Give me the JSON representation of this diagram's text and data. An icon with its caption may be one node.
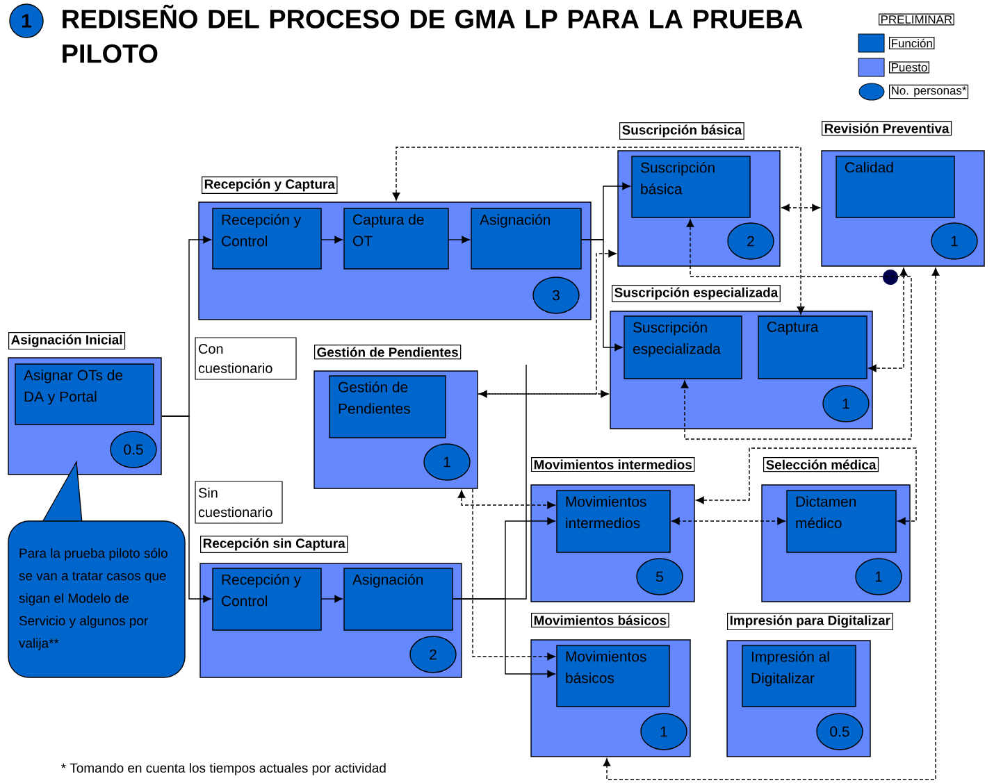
{
  "diagram": {
    "title": "REDISEÑO DEL PROCESO DE GMA LP PARA LA PRUEBA PILOTO",
    "nodes": [
      {
        "text": [
          "Asignación Inicial"
        ]
      },
      {
        "text": [
          "Asignar OTs de DA y Portal"
        ],
        "in": 0
      },
      {
        "text": [
          "0.5"
        ],
        "in": 0
      },
      {
        "text": [
          "Recepción y Captura"
        ]
      },
      {
        "text": [
          "Recepción y Control"
        ],
        "in": 3
      },
      {
        "text": [
          "Captura de OT"
        ],
        "in": 3
      },
      {
        "text": [
          "Asignación"
        ],
        "in": 3
      },
      {
        "text": [
          "3"
        ],
        "in": 3
      },
      {
        "text": [
          "Con cuestionario"
        ]
      },
      {
        "text": [
          "Sin cuestionario"
        ]
      },
      {
        "text": [
          "Recepción sin Captura"
        ]
      },
      {
        "text": [
          "Recepción y Control"
        ],
        "in": 10
      },
      {
        "text": [
          "Asignación"
        ],
        "in": 10
      },
      {
        "text": [
          "2"
        ],
        "in": 10
      },
      {
        "text": [
          "Gestión de Pendientes"
        ]
      },
      {
        "text": [
          "Gestión de Pendientes"
        ],
        "in": 14
      },
      {
        "text": [
          "1"
        ],
        "in": 14
      },
      {
        "text": [
          "Suscripción básica"
        ]
      },
      {
        "text": [
          "Suscripción básica"
        ],
        "in": 17
      },
      {
        "text": [
          "2"
        ],
        "in": 17
      },
      {
        "text": [
          "Revisión Preventiva"
        ]
      },
      {
        "text": [
          "Calidad"
        ],
        "in": 20
      },
      {
        "text": [
          "1"
        ],
        "in": 20
      },
      {
        "text": [
          "Suscripción especializada"
        ]
      },
      {
        "text": [
          "Suscripción especializada"
        ],
        "in": 23
      },
      {
        "text": [
          "Captura"
        ],
        "in": 23
      },
      {
        "text": [
          "1"
        ],
        "in": 23
      },
      {
        "text": [
          "Movimientos intermedios"
        ]
      },
      {
        "text": [
          "Movimientos intermedios"
        ],
        "in": 27
      },
      {
        "text": [
          "5"
        ],
        "in": 27
      },
      {
        "text": [
          "Selección médica"
        ]
      },
      {
        "text": [
          "Dictamen médico"
        ],
        "in": 30
      },
      {
        "text": [
          "1"
        ],
        "in": 30
      },
      {
        "text": [
          "Movimientos básicos"
        ]
      },
      {
        "text": [
          "Movimientos básicos"
        ],
        "in": 33
      },
      {
        "text": [
          "1"
        ],
        "in": 33
      },
      {
        "text": [
          "Impresión para Digitalizar"
        ]
      },
      {
        "text": [
          "Impresión al Digitalizar"
        ],
        "in": 36
      },
      {
        "text": [
          "0.5"
        ],
        "in": 36
      },
      {
        "text": [
          "Para la prueba piloto sólo se van a tratar casos que sigan el Modelo de Servicio y algunos por valija**"
        ]
      },
      {
        "text": [
          "1"
        ]
      }
    ],
    "edges": [
      {
        "from": 0,
        "to": 4,
        "arrow": "to"
      },
      {
        "from": 0,
        "to": 11,
        "arrow": "to"
      },
      {
        "from": 4,
        "to": 5,
        "arrow": "to"
      },
      {
        "from": 5,
        "to": 6,
        "arrow": "to"
      },
      {
        "from": 6,
        "to": 18,
        "arrow": "to"
      },
      {
        "from": 6,
        "to": 24,
        "arrow": "to"
      },
      {
        "from": 11,
        "to": 12,
        "arrow": "to"
      },
      {
        "from": 12,
        "to": 28,
        "arrow": "to"
      },
      {
        "from": 12,
        "to": 34,
        "arrow": "to"
      },
      {
        "from": 14,
        "to": 17,
        "arrow": "to",
        "style": "dashed"
      },
      {
        "from": 14,
        "to": 23,
        "arrow": "both",
        "style": "dashed"
      },
      {
        "from": 3,
        "to": 25,
        "arrow": "both",
        "style": "dashed"
      },
      {
        "from": 17,
        "to": 20,
        "arrow": "both",
        "style": "dashed"
      },
      {
        "from": 18,
        "to": 24,
        "arrow": "both",
        "style": "dashed"
      },
      {
        "from": 20,
        "to": 25,
        "arrow": "both",
        "style": "dashed"
      },
      {
        "from": 20,
        "to": 33,
        "arrow": "both",
        "style": "dashed"
      },
      {
        "from": 28,
        "to": 31,
        "arrow": "both",
        "style": "dashed"
      },
      {
        "from": 27,
        "to": 31,
        "arrow": "both",
        "style": "dashed"
      },
      {
        "from": 14,
        "to": 28,
        "arrow": "both",
        "style": "dashed"
      },
      {
        "from": 14,
        "to": 34,
        "arrow": "to",
        "style": "dashed"
      }
    ],
    "labels": [
      "PRELIMINAR",
      "* Tomando en cuenta los tiempos actuales por actividad"
    ],
    "legend": [
      {
        "text": "Función",
        "color": "#0066cc"
      },
      {
        "text": "Puesto",
        "color": "#6688ff"
      },
      {
        "text": "No. personas*"
      }
    ]
  }
}
